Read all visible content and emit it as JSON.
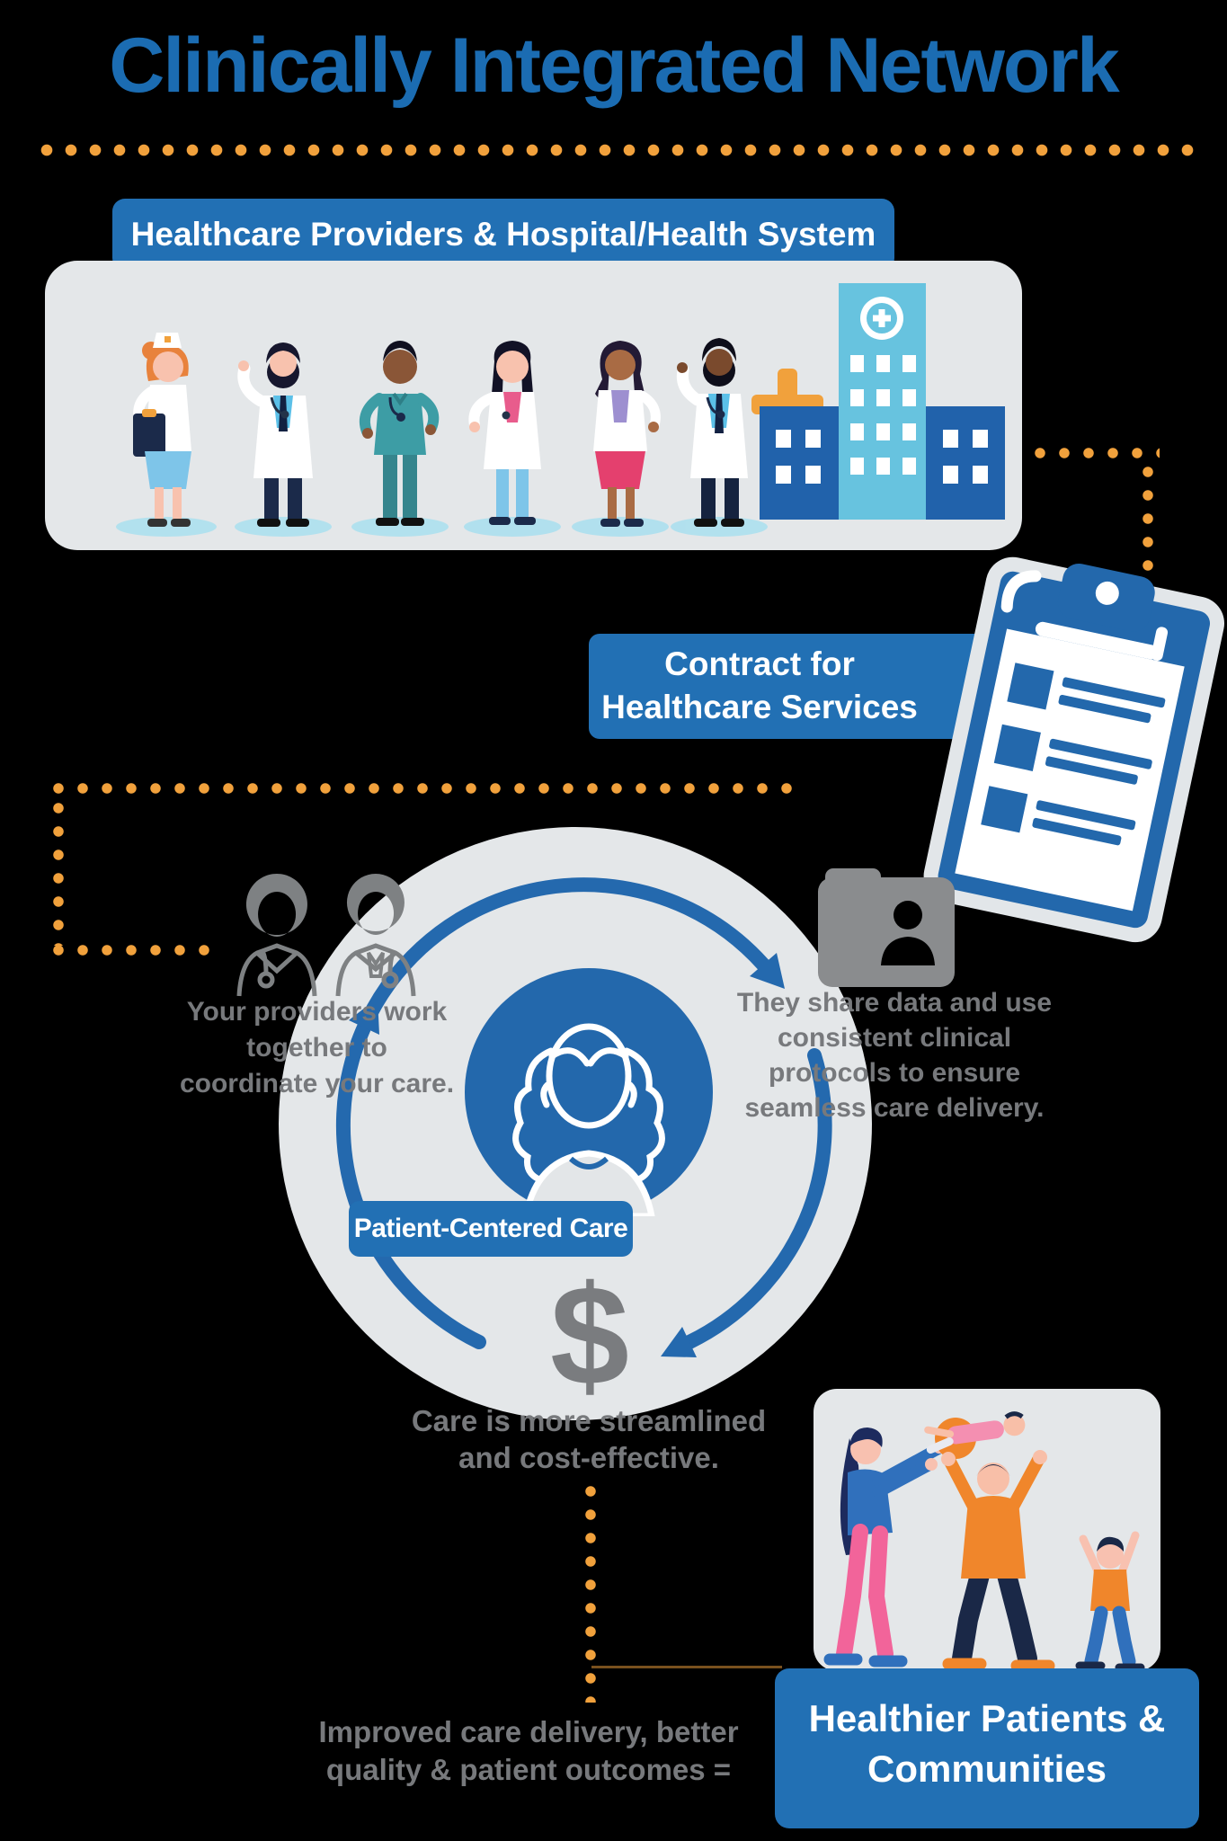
{
  "title": "Clinically Integrated Network",
  "colors": {
    "background": "#000000",
    "primary_blue": "#2270B4",
    "title_blue": "#1B6CB2",
    "accent_orange": "#F1A13C",
    "panel_gray": "#E4E7E9",
    "text_gray": "#77797C",
    "icon_gray": "#8A8C8E",
    "arrow_blue": "#2469AE",
    "hospital_tower_blue": "#67C3DF",
    "hospital_wing_blue": "#2162AB"
  },
  "providers": {
    "banner": "Healthcare Providers & Hospital/Health System"
  },
  "contract": {
    "line1": "Contract for",
    "line2": "Healthcare Services"
  },
  "cycle": {
    "left_lines": [
      "Your providers work",
      "together to",
      "coordinate your care."
    ],
    "right_lines": [
      "They share data and use",
      "consistent clinical",
      "protocols to ensure",
      "seamless care delivery."
    ],
    "center_banner": "Patient-Centered Care",
    "dollar": "$",
    "bottom_lines": [
      "Care is more streamlined",
      "and cost-effective."
    ]
  },
  "outcome": {
    "lines": [
      "Improved care delivery, better",
      "quality & patient outcomes ="
    ],
    "banner_line1": "Healthier Patients &",
    "banner_line2": "Communities"
  }
}
